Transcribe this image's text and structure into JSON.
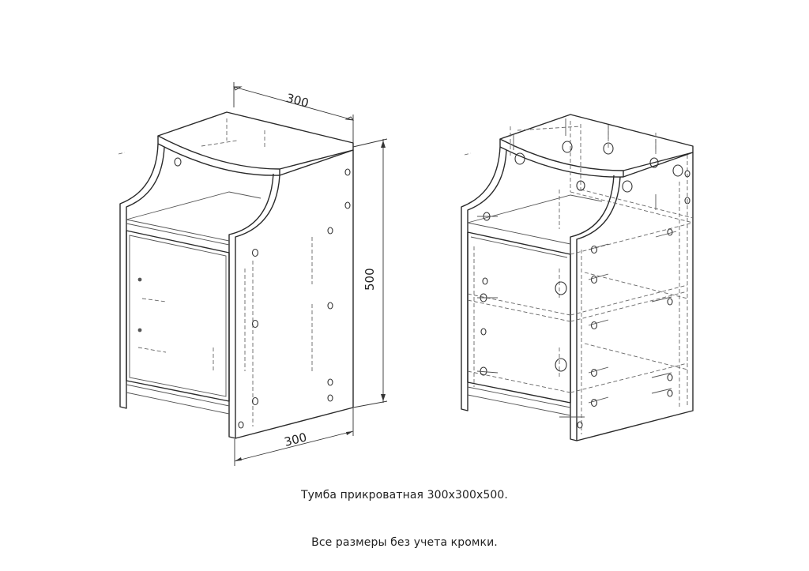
{
  "dimensions": {
    "top_width": "300",
    "height": "500",
    "bottom_width": "300"
  },
  "captions": {
    "title": "Тумба прикроватная 300х300х500.",
    "note": "Все размеры без учета кромки."
  },
  "colors": {
    "line": "#2a2a2a",
    "hidden_line": "#666666",
    "background": "#ffffff"
  }
}
